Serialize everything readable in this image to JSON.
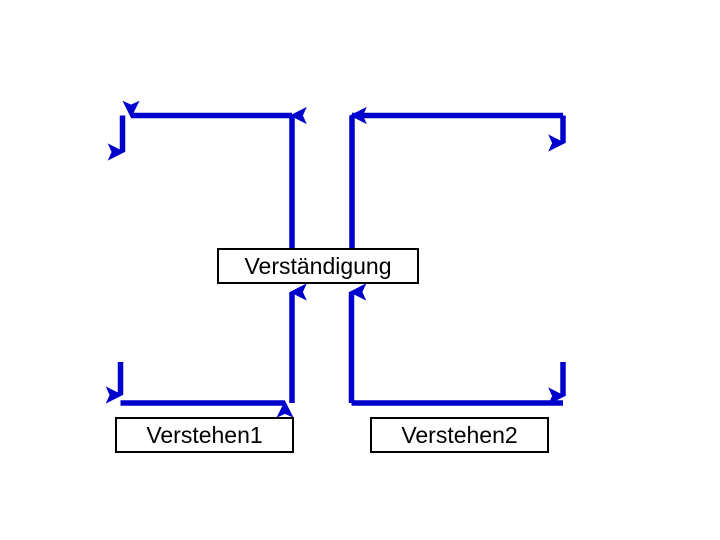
{
  "diagram": {
    "title_text": "",
    "background_color": "#ffffff",
    "edge_color": "#0000CC",
    "node_border_color": "#000000",
    "node_fill_color": "#ffffff",
    "text_color": "#000000",
    "nodes": [
      {
        "id": "verstaendigung",
        "label": "Verständigung"
      },
      {
        "id": "verstehen1",
        "label": "Verstehen1"
      },
      {
        "id": "verstehen2",
        "label": "Verstehen2"
      }
    ],
    "edges": [
      {
        "id": "edge-verstaendigung-up-left",
        "from": "verstaendigung",
        "to": "open-left",
        "label": ""
      },
      {
        "id": "edge-verstaendigung-up-right",
        "from": "verstaendigung",
        "to": "open-right",
        "label": ""
      },
      {
        "id": "edge-open-left-to-verstehen1",
        "from": "open-left",
        "to": "verstehen1",
        "label": ""
      },
      {
        "id": "edge-verstehen1-to-verstaendigung",
        "from": "verstehen1",
        "to": "verstaendigung",
        "label": ""
      },
      {
        "id": "edge-open-right-to-verstehen2",
        "from": "open-right",
        "to": "verstehen2",
        "label": ""
      },
      {
        "id": "edge-verstehen2-to-verstaendigung",
        "from": "verstehen2",
        "to": "verstaendigung",
        "label": ""
      }
    ]
  }
}
